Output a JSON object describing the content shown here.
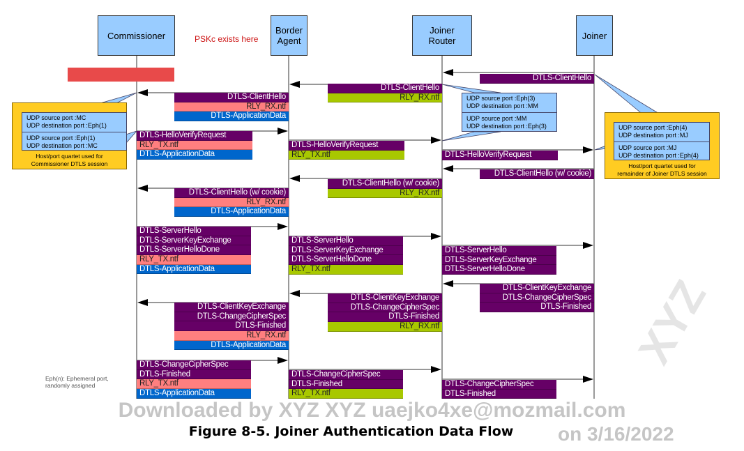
{
  "actors": [
    {
      "id": "commissioner",
      "label": "Commissioner"
    },
    {
      "id": "border_agent",
      "label": "Border\nAgent"
    },
    {
      "id": "joiner_router",
      "label": "Joiner\nRouter"
    },
    {
      "id": "joiner",
      "label": "Joiner"
    }
  ],
  "pskc_note": "PSKc exists here",
  "colors": {
    "dtls": "#660066",
    "rly_pink": "#ff7f7f",
    "app": "#0066cc",
    "rly_green": "#a8c800",
    "callout": "#99ccff",
    "quartet": "#ffcc22",
    "pskc": "#cc1111",
    "redacted": "#e84a4a"
  },
  "messages": [
    {
      "from": "joiner",
      "to": "joiner_router",
      "rows": [
        {
          "text": "DTLS-ClientHello",
          "kind": "dtls"
        }
      ]
    },
    {
      "from": "joiner_router",
      "to": "border_agent",
      "rows": [
        {
          "text": "DTLS-ClientHello",
          "kind": "dtls"
        },
        {
          "text": "RLY_RX.ntf",
          "kind": "rly_green"
        }
      ]
    },
    {
      "from": "border_agent",
      "to": "commissioner",
      "rows": [
        {
          "text": "DTLS-ClientHello",
          "kind": "dtls"
        },
        {
          "text": "RLY_RX.ntf",
          "kind": "rly_pink"
        },
        {
          "text": "DTLS-ApplicationData",
          "kind": "app"
        }
      ]
    },
    {
      "from": "commissioner",
      "to": "border_agent",
      "rows": [
        {
          "text": "DTLS-HelloVerifyRequest",
          "kind": "dtls"
        },
        {
          "text": "RLY_TX.ntf",
          "kind": "rly_pink"
        },
        {
          "text": "DTLS-ApplicationData",
          "kind": "app"
        }
      ]
    },
    {
      "from": "border_agent",
      "to": "joiner_router",
      "rows": [
        {
          "text": "DTLS-HelloVerifyRequest",
          "kind": "dtls"
        },
        {
          "text": "RLY_TX.ntf",
          "kind": "rly_green"
        }
      ]
    },
    {
      "from": "joiner_router",
      "to": "joiner",
      "rows": [
        {
          "text": "DTLS-HelloVerifyRequest",
          "kind": "dtls"
        }
      ]
    },
    {
      "from": "joiner",
      "to": "joiner_router",
      "rows": [
        {
          "text": "DTLS-ClientHello (w/ cookie)",
          "kind": "dtls"
        }
      ]
    },
    {
      "from": "joiner_router",
      "to": "border_agent",
      "rows": [
        {
          "text": "DTLS-ClientHello (w/ cookie)",
          "kind": "dtls"
        },
        {
          "text": "RLY_RX.ntf",
          "kind": "rly_green"
        }
      ]
    },
    {
      "from": "border_agent",
      "to": "commissioner",
      "rows": [
        {
          "text": "DTLS-ClientHello (w/ cookie)",
          "kind": "dtls"
        },
        {
          "text": "RLY_RX.ntf",
          "kind": "rly_pink"
        },
        {
          "text": "DTLS-ApplicationData",
          "kind": "app"
        }
      ]
    },
    {
      "from": "commissioner",
      "to": "border_agent",
      "rows": [
        {
          "text": "DTLS-ServerHello",
          "kind": "dtls"
        },
        {
          "text": "DTLS-ServerKeyExchange",
          "kind": "dtls"
        },
        {
          "text": "DTLS-ServerHelloDone",
          "kind": "dtls"
        },
        {
          "text": "RLY_TX.ntf",
          "kind": "rly_pink"
        },
        {
          "text": "DTLS-ApplicationData",
          "kind": "app"
        }
      ]
    },
    {
      "from": "border_agent",
      "to": "joiner_router",
      "rows": [
        {
          "text": "DTLS-ServerHello",
          "kind": "dtls"
        },
        {
          "text": "DTLS-ServerKeyExchange",
          "kind": "dtls"
        },
        {
          "text": "DTLS-ServerHelloDone",
          "kind": "dtls"
        },
        {
          "text": "RLY_TX.ntf",
          "kind": "rly_green"
        }
      ]
    },
    {
      "from": "joiner_router",
      "to": "joiner",
      "rows": [
        {
          "text": "DTLS-ServerHello",
          "kind": "dtls"
        },
        {
          "text": "DTLS-ServerKeyExchange",
          "kind": "dtls"
        },
        {
          "text": "DTLS-ServerHelloDone",
          "kind": "dtls"
        }
      ]
    },
    {
      "from": "joiner",
      "to": "joiner_router",
      "rows": [
        {
          "text": "DTLS-ClientKeyExchange",
          "kind": "dtls"
        },
        {
          "text": "DTLS-ChangeCipherSpec",
          "kind": "dtls"
        },
        {
          "text": "DTLS-Finished",
          "kind": "dtls"
        }
      ]
    },
    {
      "from": "joiner_router",
      "to": "border_agent",
      "rows": [
        {
          "text": "DTLS-ClientKeyExchange",
          "kind": "dtls"
        },
        {
          "text": "DTLS-ChangeCipherSpec",
          "kind": "dtls"
        },
        {
          "text": "DTLS-Finished",
          "kind": "dtls"
        },
        {
          "text": "RLY_RX.ntf",
          "kind": "rly_green"
        }
      ]
    },
    {
      "from": "border_agent",
      "to": "commissioner",
      "rows": [
        {
          "text": "DTLS-ClientKeyExchange",
          "kind": "dtls"
        },
        {
          "text": "DTLS-ChangeCipherSpec",
          "kind": "dtls"
        },
        {
          "text": "DTLS-Finished",
          "kind": "dtls"
        },
        {
          "text": "RLY_RX.ntf",
          "kind": "rly_pink"
        },
        {
          "text": "DTLS-ApplicationData",
          "kind": "app"
        }
      ]
    },
    {
      "from": "commissioner",
      "to": "border_agent",
      "rows": [
        {
          "text": "DTLS-ChangeCipherSpec",
          "kind": "dtls"
        },
        {
          "text": "DTLS-Finished",
          "kind": "dtls"
        },
        {
          "text": "RLY_TX.ntf",
          "kind": "rly_pink"
        },
        {
          "text": "DTLS-ApplicationData",
          "kind": "app"
        }
      ]
    },
    {
      "from": "border_agent",
      "to": "joiner_router",
      "rows": [
        {
          "text": "DTLS-ChangeCipherSpec",
          "kind": "dtls"
        },
        {
          "text": "DTLS-Finished",
          "kind": "dtls"
        },
        {
          "text": "RLY_TX.ntf",
          "kind": "rly_green"
        }
      ]
    },
    {
      "from": "joiner_router",
      "to": "joiner",
      "rows": [
        {
          "text": "DTLS-ChangeCipherSpec",
          "kind": "dtls"
        },
        {
          "text": "DTLS-Finished",
          "kind": "dtls"
        }
      ]
    }
  ],
  "callouts": {
    "commissioner": {
      "lines_a": [
        "UDP source port :MC",
        "UDP destination port :Eph(1)"
      ],
      "lines_b": [
        "UDP source port :Eph(1)",
        "UDP destination port :MC"
      ],
      "caption": [
        "Host/port quartet used for",
        "Commissioner DTLS session"
      ]
    },
    "router": {
      "lines_a": [
        "UDP source port :Eph(3)",
        "UDP destination port :MM"
      ],
      "lines_b": [
        "UDP source port :MM",
        "UDP destination port :Eph(3)"
      ]
    },
    "joiner": {
      "lines_a": [
        "UDP source port :Eph(4)",
        "UDP destination port :MJ"
      ],
      "lines_b": [
        "UDP source port :MJ",
        "UDP destination port :Eph(4)"
      ],
      "caption": [
        "Host/port quartet used for",
        "remainder of Joiner DTLS session"
      ]
    }
  },
  "eph_note": [
    "Eph(n): Ephemeral port,",
    "randomly assigned"
  ],
  "watermark": {
    "mark": "XYZ",
    "line1": "Downloaded by XYZ XYZ uaejko4xe@mozmail.com",
    "line2": "on 3/16/2022"
  },
  "caption": "Figure 8-5. Joiner Authentication Data Flow"
}
